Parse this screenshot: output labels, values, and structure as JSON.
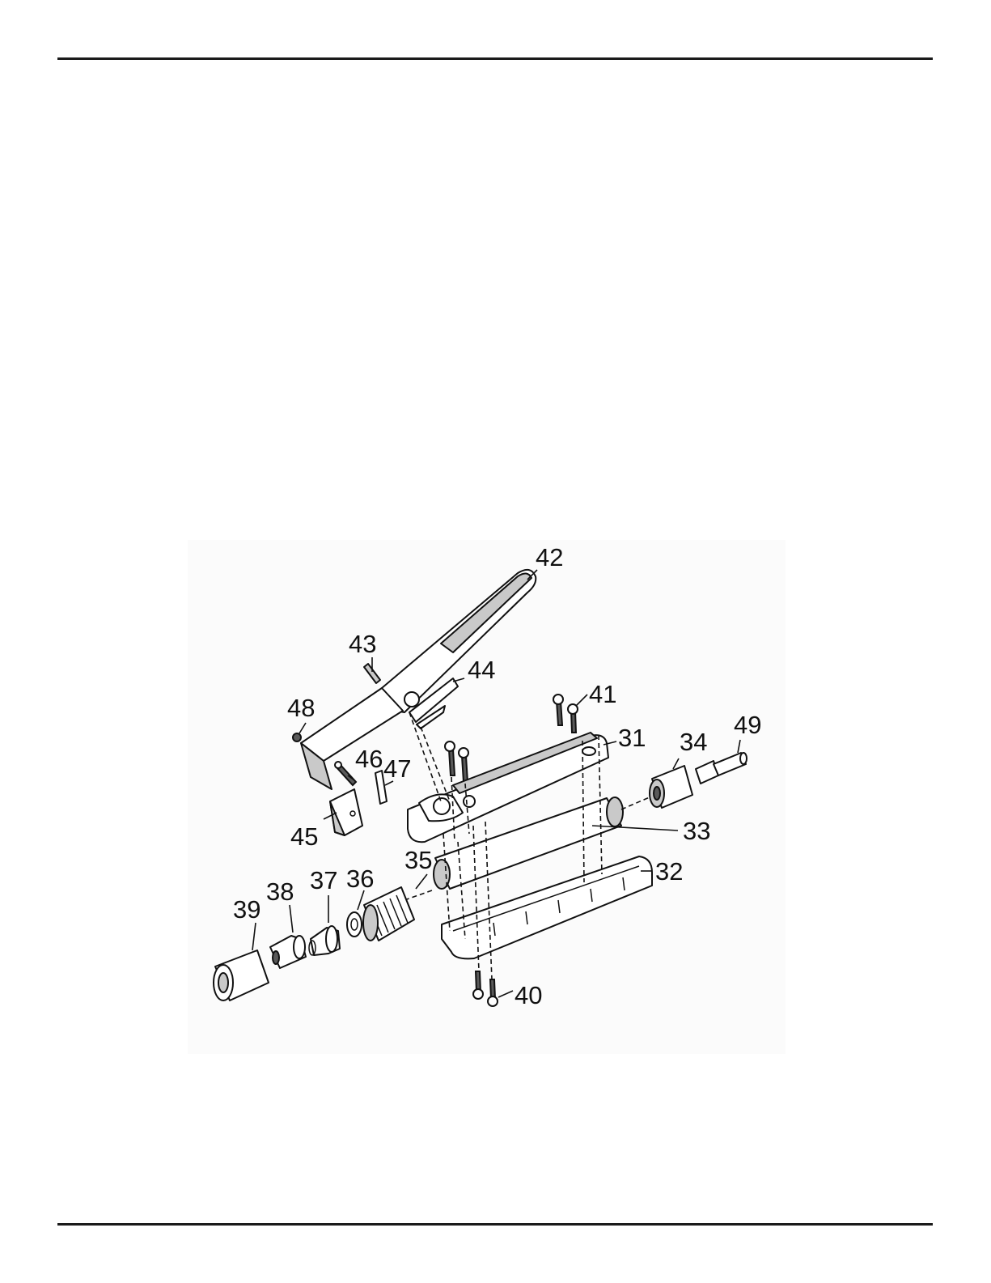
{
  "callouts": [
    {
      "id": "31",
      "text": "31"
    },
    {
      "id": "32",
      "text": "32"
    },
    {
      "id": "33",
      "text": "33"
    },
    {
      "id": "34",
      "text": "34"
    },
    {
      "id": "35",
      "text": "35"
    },
    {
      "id": "36",
      "text": "36"
    },
    {
      "id": "37",
      "text": "37"
    },
    {
      "id": "38",
      "text": "38"
    },
    {
      "id": "39",
      "text": "39"
    },
    {
      "id": "40",
      "text": "40"
    },
    {
      "id": "41",
      "text": "41"
    },
    {
      "id": "42",
      "text": "42"
    },
    {
      "id": "43",
      "text": "43"
    },
    {
      "id": "44",
      "text": "44"
    },
    {
      "id": "45",
      "text": "45"
    },
    {
      "id": "46",
      "text": "46"
    },
    {
      "id": "47",
      "text": "47"
    },
    {
      "id": "48",
      "text": "48"
    },
    {
      "id": "49",
      "text": "49"
    }
  ]
}
